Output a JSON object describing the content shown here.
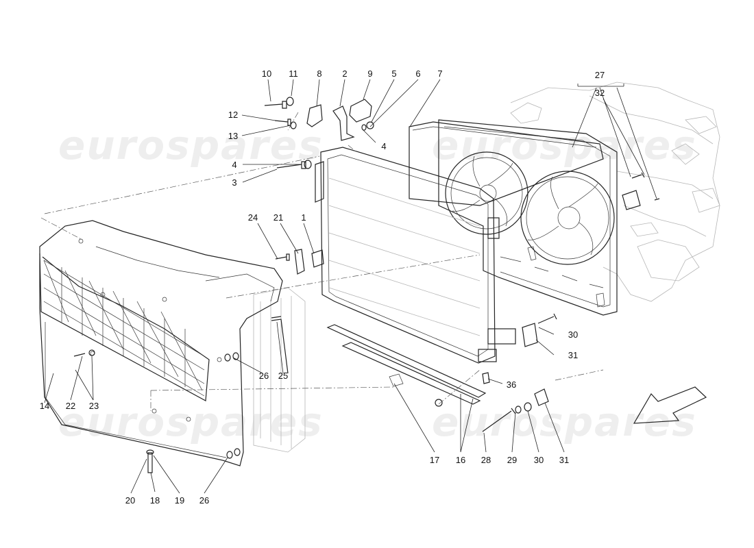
{
  "watermarks": [
    "eurospares",
    "eurospares",
    "eurospares",
    "eurospares"
  ],
  "callouts": [
    {
      "text": "10"
    },
    {
      "text": "11"
    },
    {
      "text": "8"
    },
    {
      "text": "2"
    },
    {
      "text": "9"
    },
    {
      "text": "5"
    },
    {
      "text": "6"
    },
    {
      "text": "7"
    },
    {
      "text": "27"
    },
    {
      "text": "32"
    },
    {
      "text": "12"
    },
    {
      "text": "13"
    },
    {
      "text": "4"
    },
    {
      "text": "4"
    },
    {
      "text": "3"
    },
    {
      "text": "24"
    },
    {
      "text": "21"
    },
    {
      "text": "1"
    },
    {
      "text": "30"
    },
    {
      "text": "31"
    },
    {
      "text": "36"
    },
    {
      "text": "26"
    },
    {
      "text": "25"
    },
    {
      "text": "14"
    },
    {
      "text": "22"
    },
    {
      "text": "23"
    },
    {
      "text": "17"
    },
    {
      "text": "16"
    },
    {
      "text": "28"
    },
    {
      "text": "29"
    },
    {
      "text": "30"
    },
    {
      "text": "31"
    },
    {
      "text": "20"
    },
    {
      "text": "18"
    },
    {
      "text": "19"
    },
    {
      "text": "26"
    }
  ]
}
